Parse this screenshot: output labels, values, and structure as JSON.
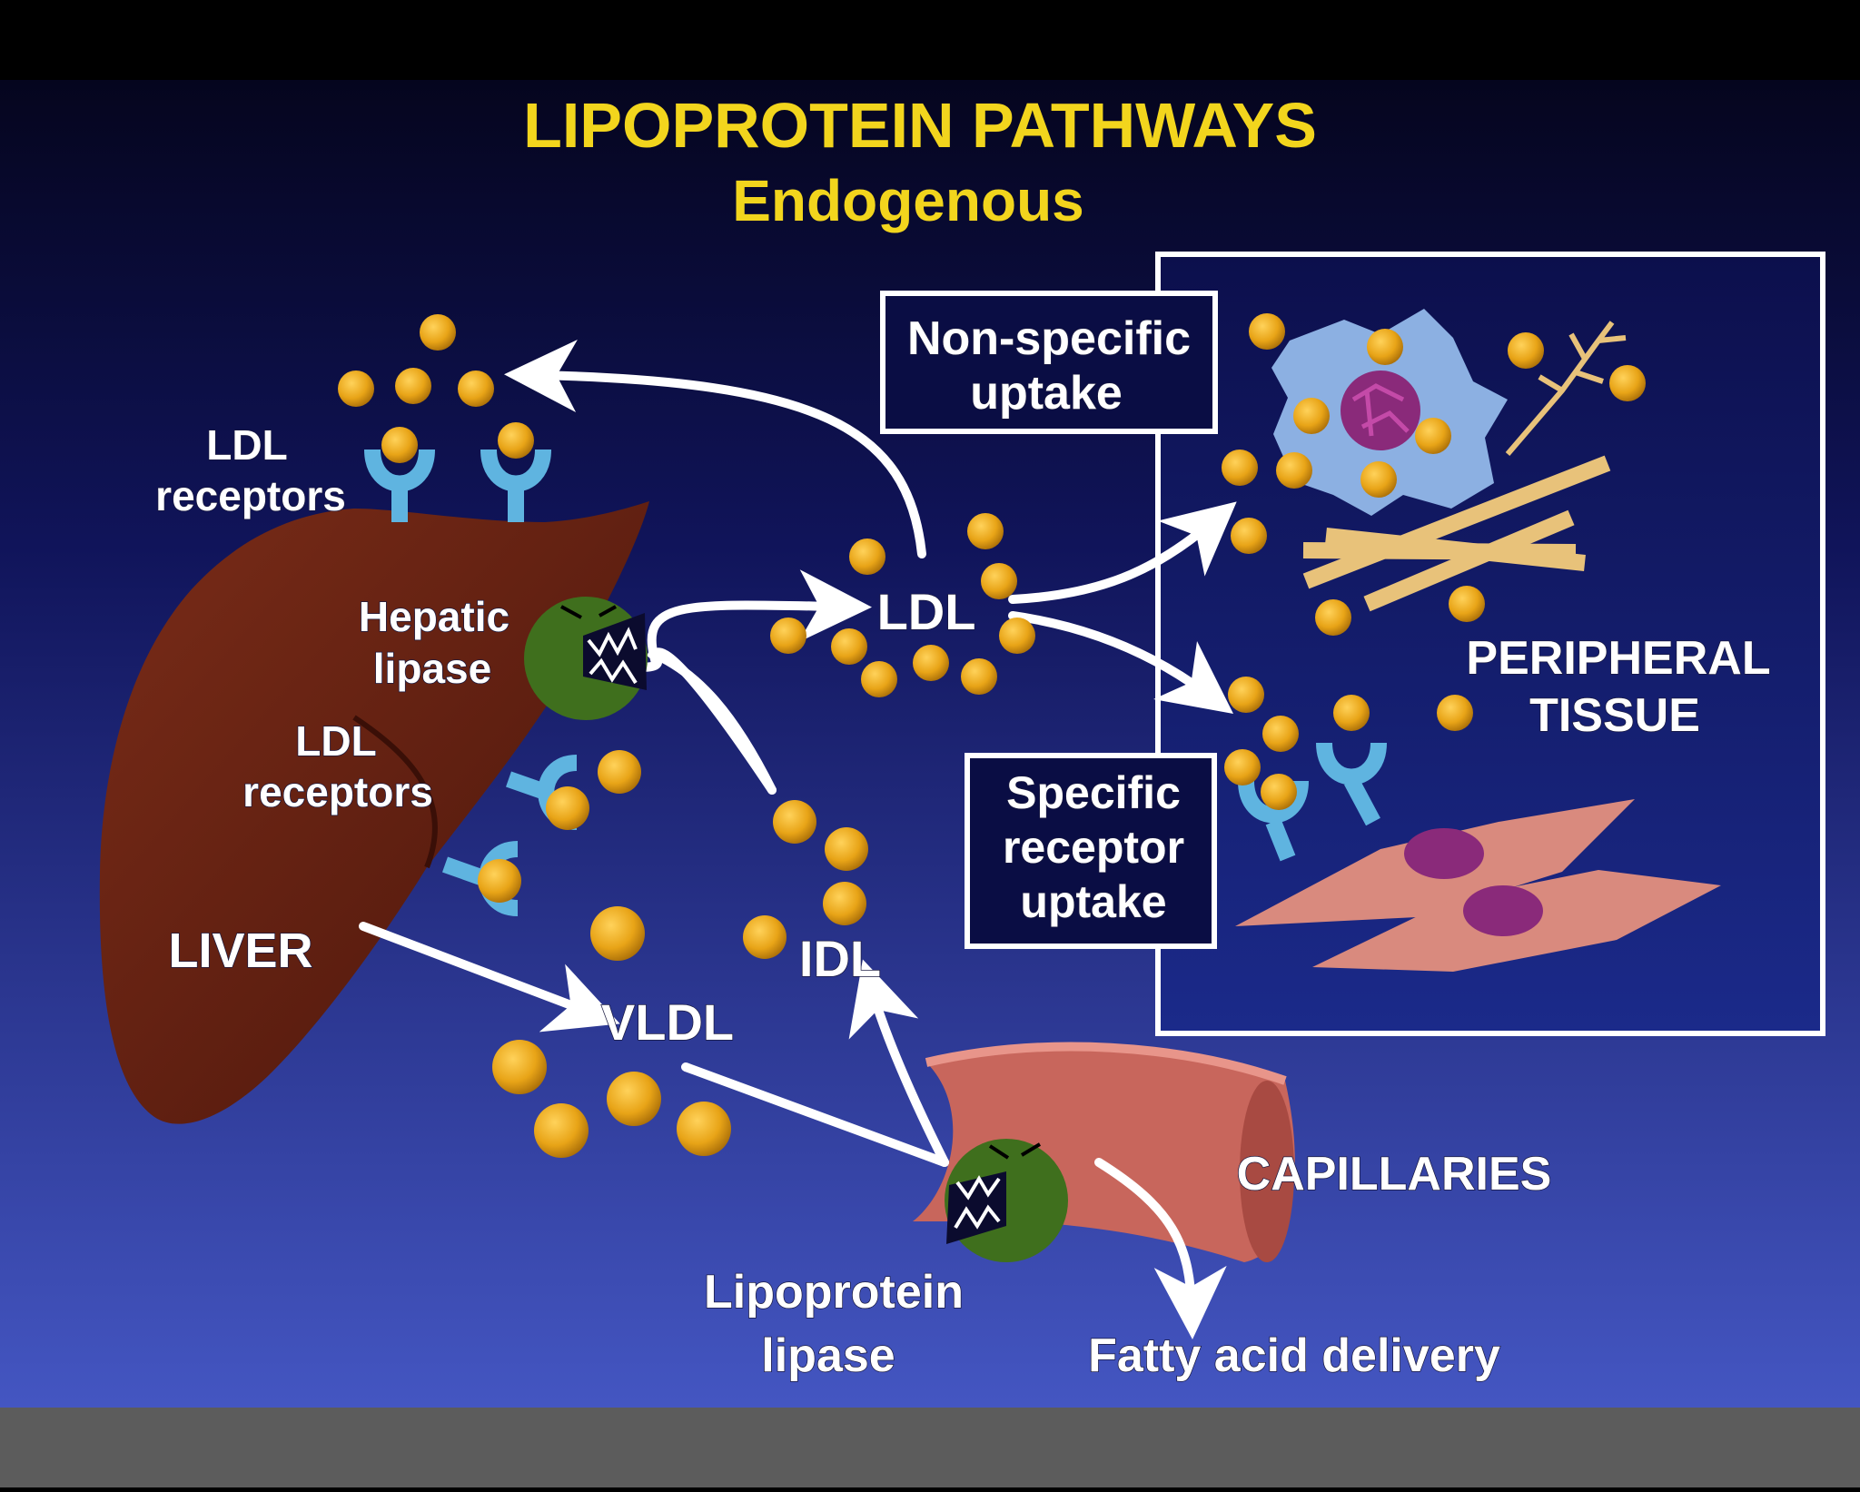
{
  "title": "LIPOPROTEIN  PATHWAYS",
  "subtitle": "Endogenous",
  "labels": {
    "ldl_receptors_top": [
      "LDL",
      "receptors"
    ],
    "hepatic_lipase": [
      "Hepatic",
      "lipase"
    ],
    "ldl_receptors_liver": [
      "LDL",
      "receptors"
    ],
    "liver": "LIVER",
    "vldl": "VLDL",
    "idl": "IDL",
    "ldl": "LDL",
    "nonspecific_uptake": [
      "Non-specific",
      "uptake"
    ],
    "specific_receptor_uptake": [
      "Specific",
      "receptor",
      "uptake"
    ],
    "peripheral_tissue": [
      "PERIPHERAL",
      "TISSUE"
    ],
    "capillaries": "CAPILLARIES",
    "lipoprotein_lipase": [
      "Lipoprotein",
      "lipase"
    ],
    "fatty_acid_delivery": "Fatty  acid  delivery"
  },
  "colors": {
    "background_top": "#07072a",
    "background_bottom": "#3d4fb8",
    "title": "#f2d51d",
    "liver": "#5e1d10",
    "particle": "#e8a417",
    "receptor": "#5fb4e0",
    "enzyme": "#3f6f1d",
    "capillary": "#c8665c",
    "muscle_cell": "#d98a7e",
    "fiber": "#e8c27a",
    "nucleus": "#8a2a7a",
    "bottom_bar": "#5c5c5c"
  }
}
